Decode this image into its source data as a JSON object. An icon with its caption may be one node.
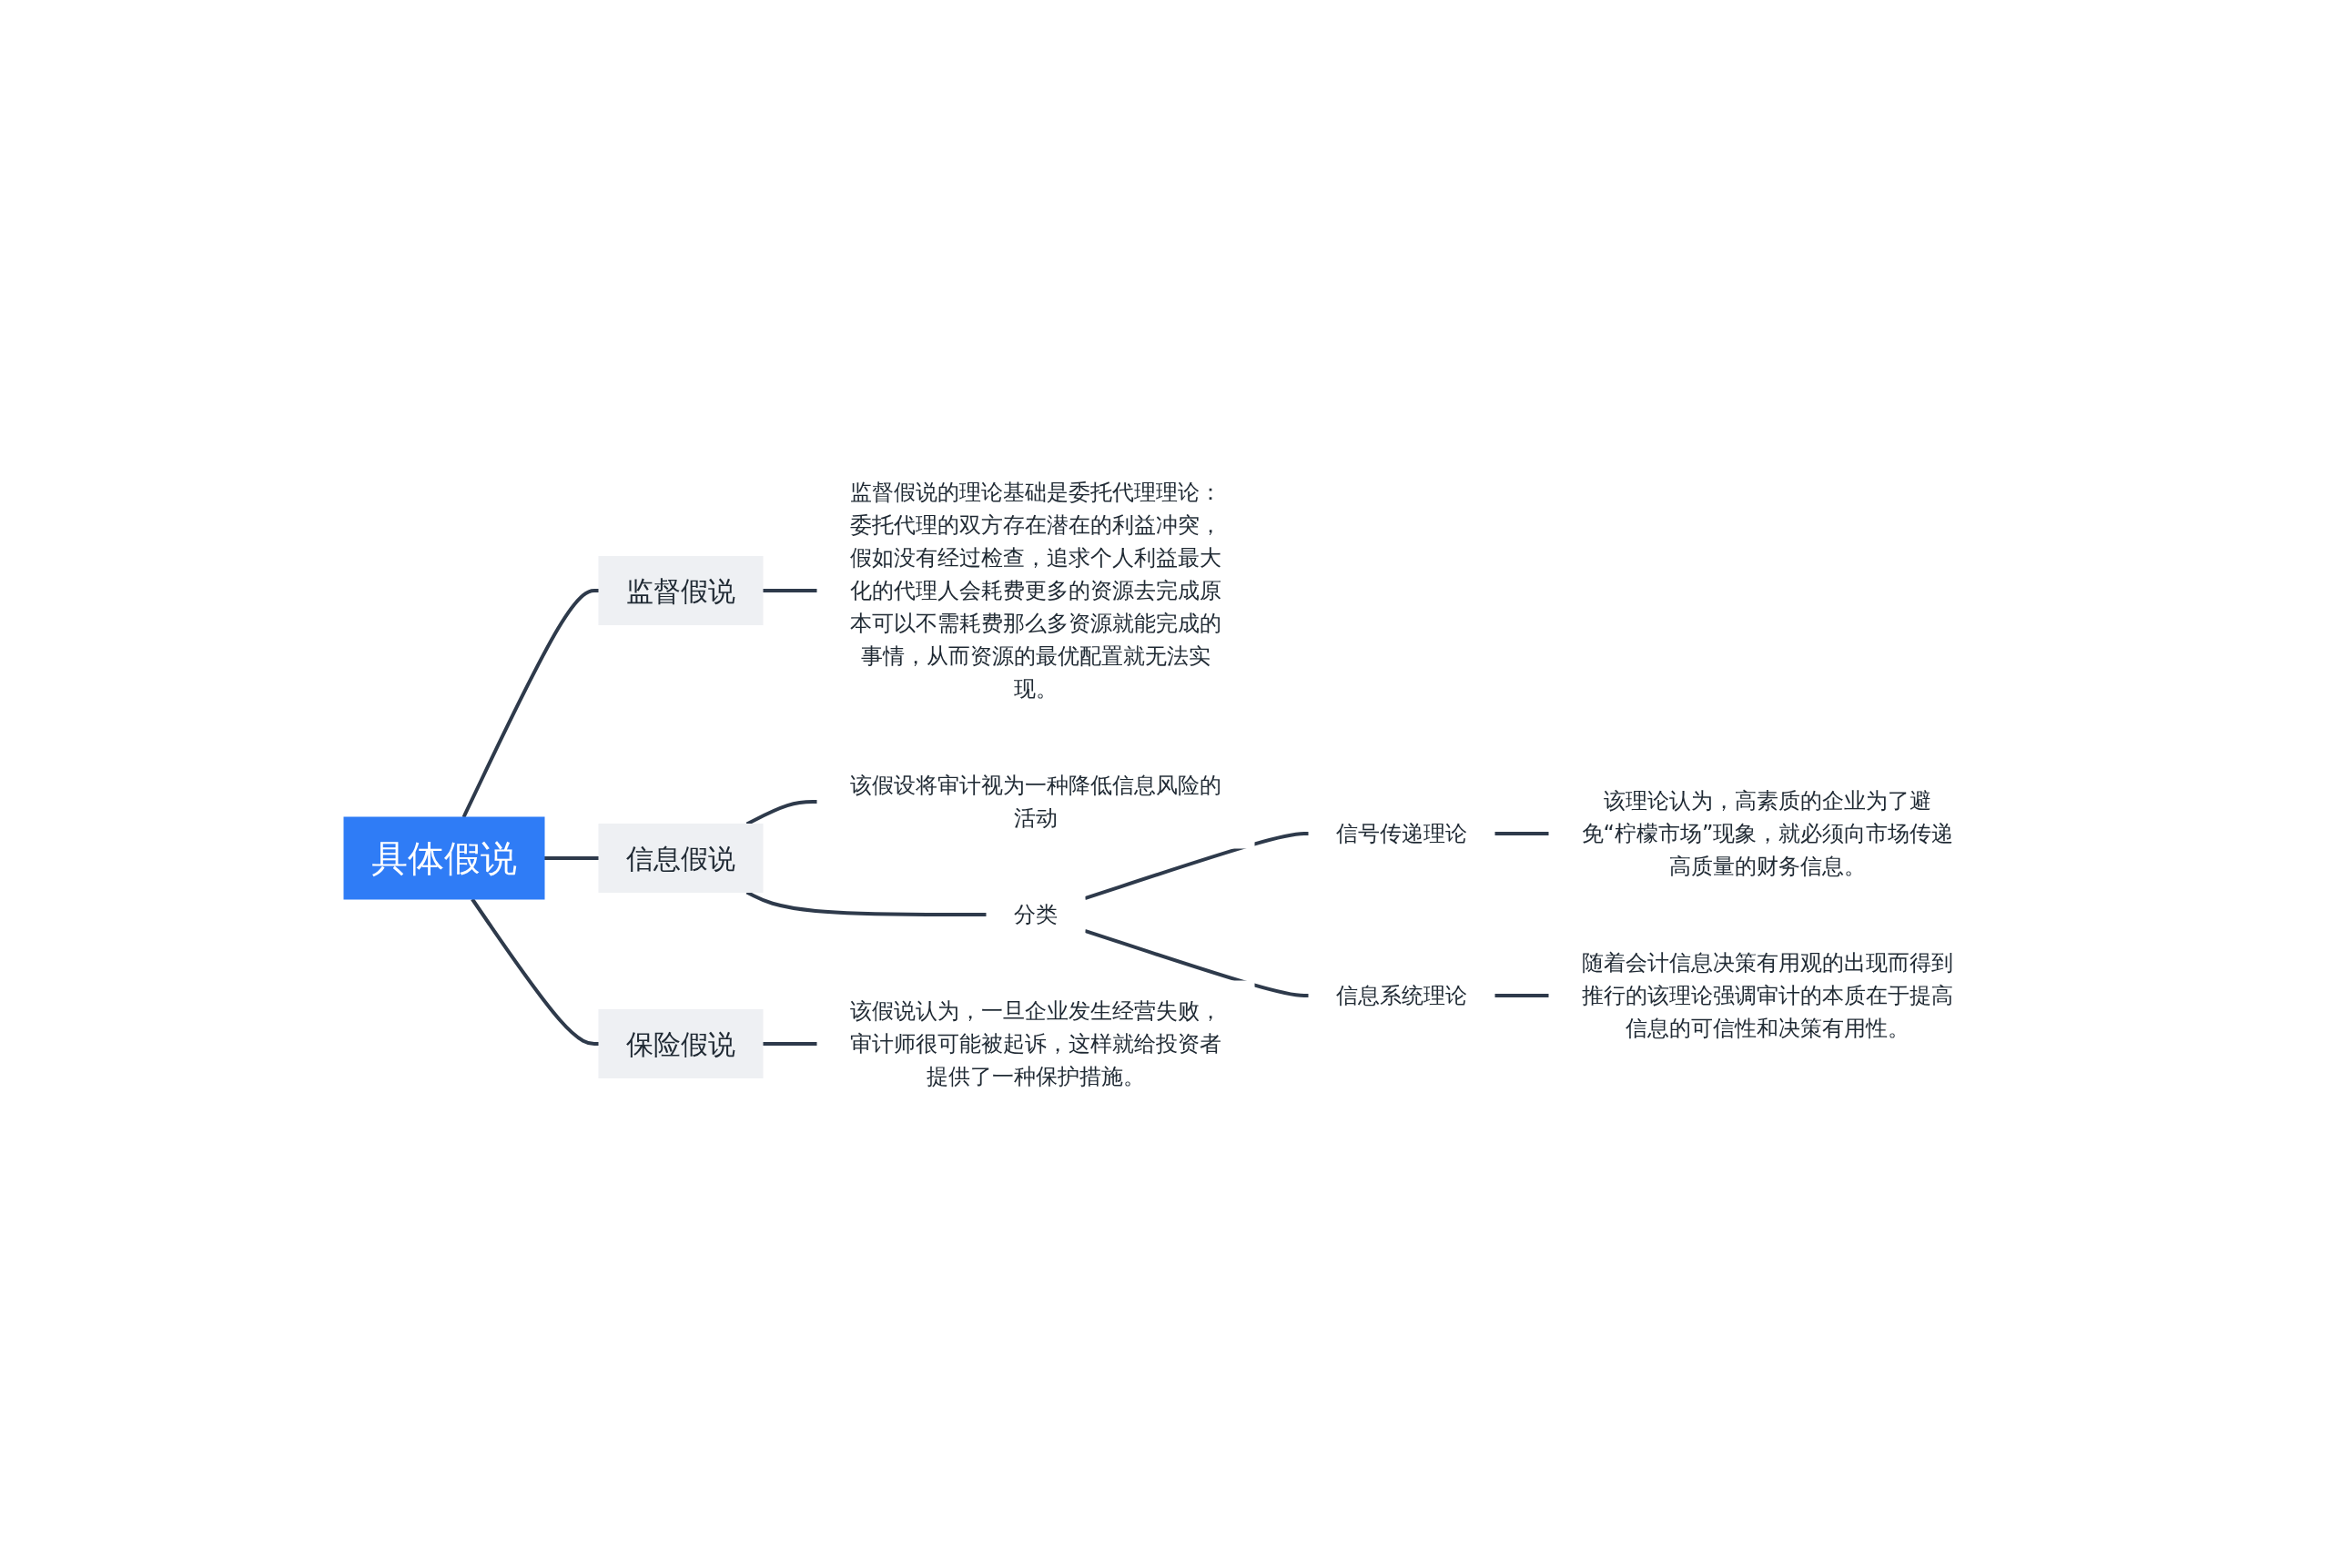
{
  "diagram": {
    "nodes": [
      {
        "text": [
          "具体假说"
        ]
      },
      {
        "text": [
          "监督假说"
        ]
      },
      {
        "text": [
          "监督假说的理论基础是委托代理理论：委托代理的双方存在潜在的利益冲突，假如没有经过检查，追求个人利益最大化的代理人会耗费更多的资源去完成原本可以不需耗费那么多资源就能完成的事情，从而资源的最优配置就无法实现。"
        ]
      },
      {
        "text": [
          "信息假说"
        ]
      },
      {
        "text": [
          "该假设将审计视为一种降低信息风险的活动"
        ]
      },
      {
        "text": [
          "分类"
        ]
      },
      {
        "text": [
          "信号传递理论"
        ]
      },
      {
        "text": [
          "该理论认为，高素质的企业为了避免“柠檬市场”现象，就必须向市场传递高质量的财务信息。"
        ]
      },
      {
        "text": [
          "信息系统理论"
        ]
      },
      {
        "text": [
          "随着会计信息决策有用观的出现而得到推行的该理论强调审计的本质在于提高信息的可信性和决策有用性。"
        ]
      },
      {
        "text": [
          "保险假说"
        ]
      },
      {
        "text": [
          "该假说认为，一旦企业发生经营失败，审计师很可能被起诉，这样就给投资者提供了一种保护措施。"
        ]
      }
    ],
    "edges": [
      {
        "from": 0,
        "to": 1,
        "arrow": "none"
      },
      {
        "from": 0,
        "to": 3,
        "arrow": "none"
      },
      {
        "from": 0,
        "to": 10,
        "arrow": "none"
      },
      {
        "from": 1,
        "to": 2,
        "arrow": "none"
      },
      {
        "from": 3,
        "to": 4,
        "arrow": "none"
      },
      {
        "from": 3,
        "to": 5,
        "arrow": "none"
      },
      {
        "from": 5,
        "to": 6,
        "arrow": "none"
      },
      {
        "from": 5,
        "to": 8,
        "arrow": "none"
      },
      {
        "from": 6,
        "to": 7,
        "arrow": "none"
      },
      {
        "from": 8,
        "to": 9,
        "arrow": "none"
      },
      {
        "from": 10,
        "to": 11,
        "arrow": "none"
      }
    ]
  }
}
